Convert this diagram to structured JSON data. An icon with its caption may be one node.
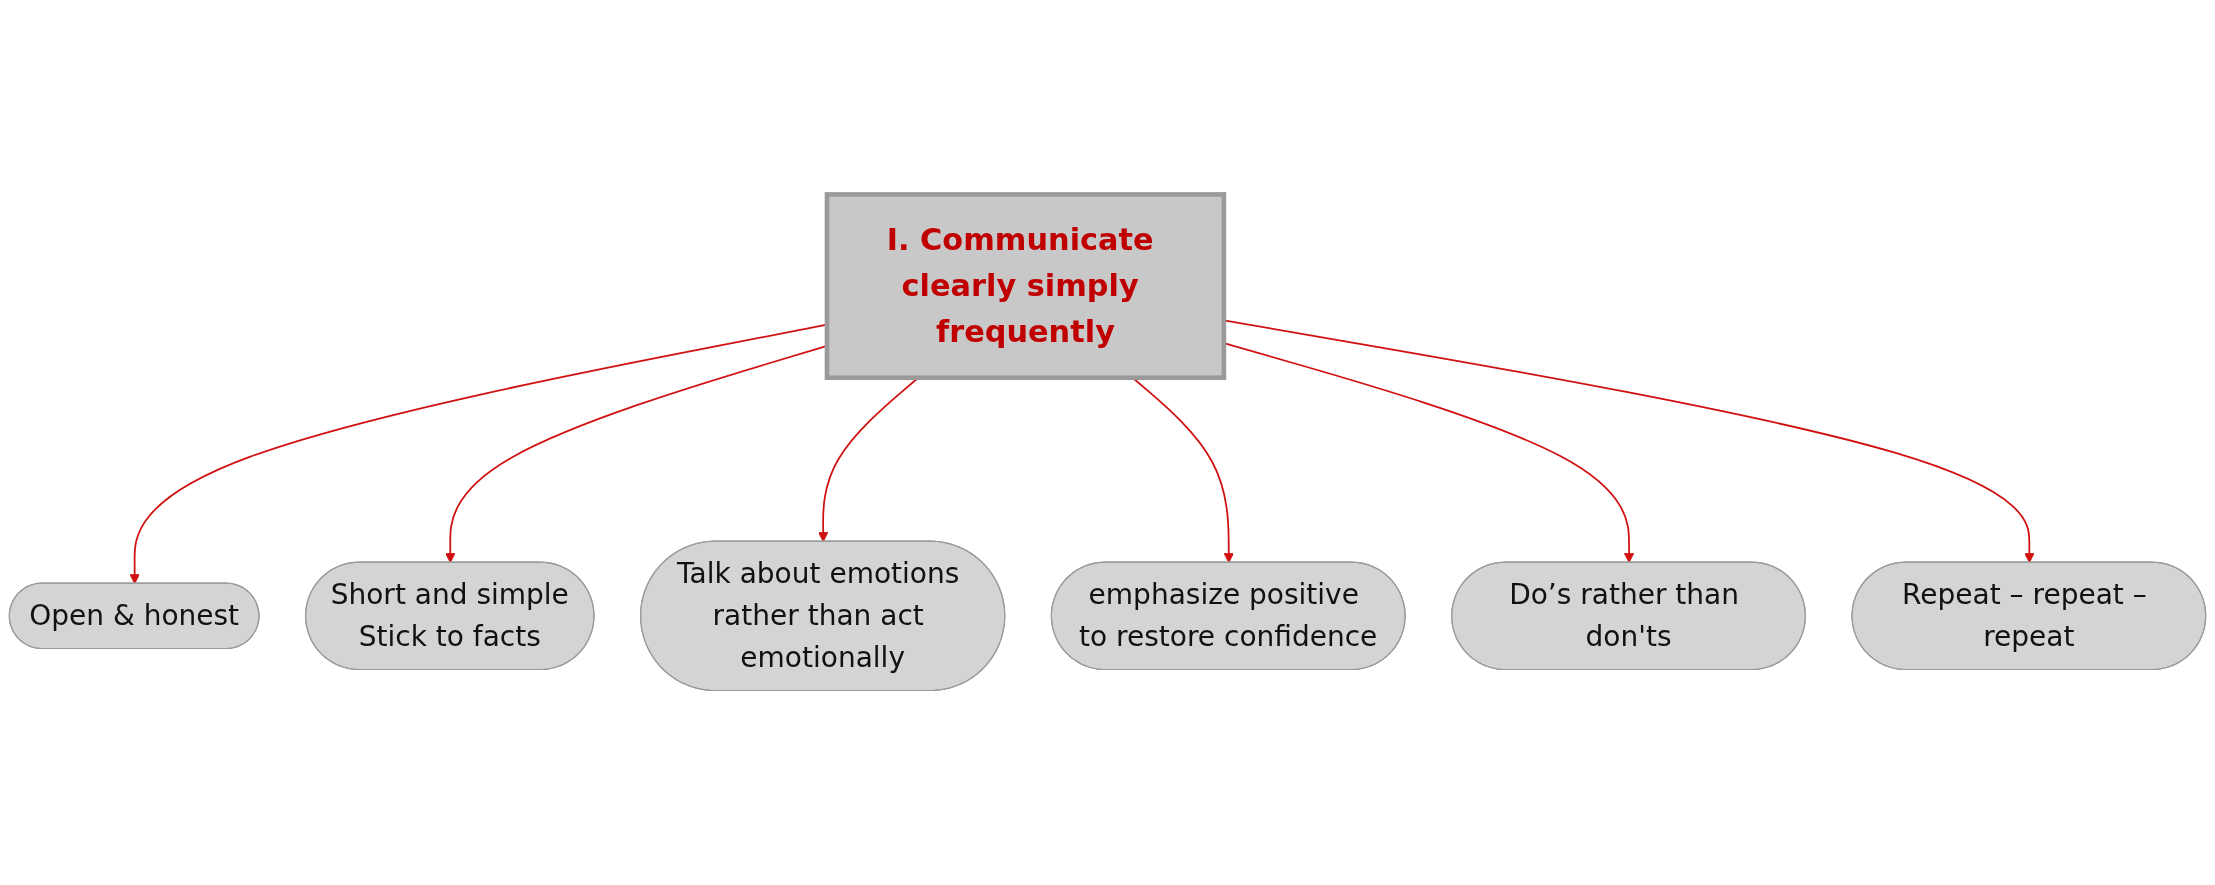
{
  "diagram": {
    "nodes": [
      {
        "text": [
          "I. Communicate clearly simply frequently"
        ]
      },
      {
        "text": [
          "Open & honest"
        ]
      },
      {
        "text": [
          "Short and simple",
          "Stick to facts"
        ]
      },
      {
        "text": [
          "Talk about emotions rather than act emotionally"
        ]
      },
      {
        "text": [
          "emphasize positive to restore confidence"
        ]
      },
      {
        "text": [
          "Do’s rather than don'ts"
        ]
      },
      {
        "text": [
          "Repeat – repeat – repeat"
        ]
      }
    ],
    "edges": [
      {
        "from": 0,
        "to": 1,
        "arrow": "to"
      },
      {
        "from": 0,
        "to": 2,
        "arrow": "to"
      },
      {
        "from": 0,
        "to": 3,
        "arrow": "to"
      },
      {
        "from": 0,
        "to": 4,
        "arrow": "to"
      },
      {
        "from": 0,
        "to": 5,
        "arrow": "to"
      },
      {
        "from": 0,
        "to": 6,
        "arrow": "to"
      }
    ]
  }
}
